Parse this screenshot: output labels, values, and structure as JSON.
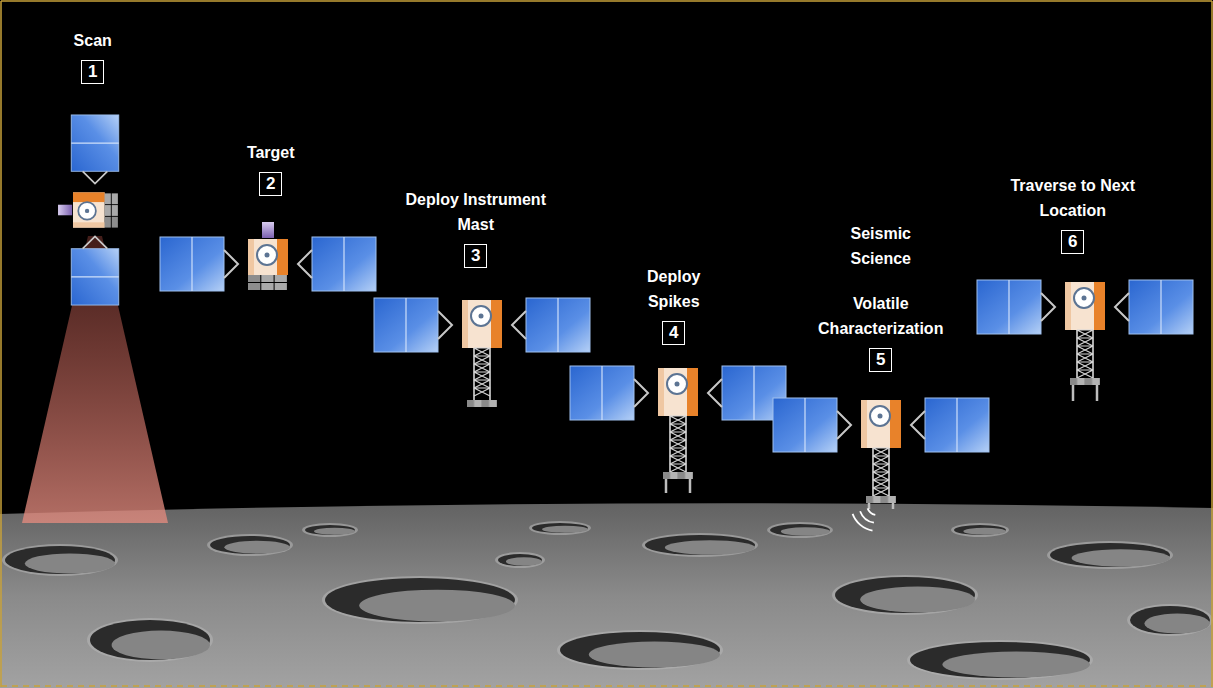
{
  "diagram": {
    "nodes": [
      {
        "text": [
          "Scan",
          "1"
        ]
      },
      {
        "text": [
          "Target",
          "2"
        ]
      },
      {
        "text": [
          "Deploy Instrument Mast",
          "3"
        ]
      },
      {
        "text": [
          "Deploy Spikes",
          "4"
        ]
      },
      {
        "text": [
          "Seismic Science",
          "Volatile Characterization",
          "5"
        ]
      },
      {
        "text": [
          "Traverse to Next Location",
          "6"
        ]
      }
    ]
  }
}
